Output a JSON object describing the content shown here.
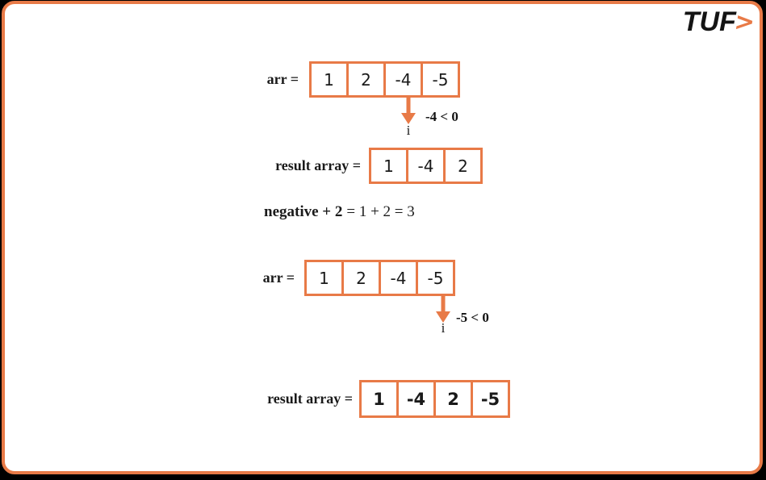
{
  "colors": {
    "accent": "#E87A47",
    "background": "#000000",
    "card_background": "#FFFFFF",
    "text": "#1A1A1A"
  },
  "logo": {
    "text": "TUF",
    "arrow_glyph": ">"
  },
  "diagram": {
    "step1": {
      "array_label": "arr =",
      "cells": [
        "1",
        "2",
        "-4",
        "-5"
      ],
      "pointer": {
        "index_label": "i",
        "condition": "-4 < 0"
      }
    },
    "step2": {
      "array_label": "result array =",
      "cells": [
        "1",
        "-4",
        "2"
      ]
    },
    "equation": {
      "bold_part": "negative + 2",
      "normal_part": "= 1 + 2 = 3"
    },
    "step3": {
      "array_label": "arr =",
      "cells": [
        "1",
        "2",
        "-4",
        "-5"
      ],
      "pointer": {
        "index_label": "i",
        "condition": "-5 < 0"
      }
    },
    "step4": {
      "array_label": "result array =",
      "cells": [
        "1",
        "-4",
        "2",
        "-5"
      ]
    }
  }
}
